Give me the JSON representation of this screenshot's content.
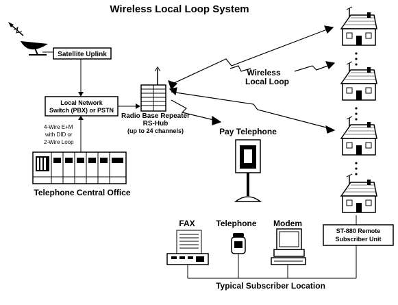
{
  "title": "Wireless Local Loop System",
  "labels": {
    "satellite_uplink": "Satellite Uplink",
    "switch_line1": "Local Network",
    "switch_line2": "Switch (PBX) or PSTN",
    "wire_line1": "4-Wire E+M",
    "wire_line2": "with DID or",
    "wire_line3": "2-Wire Loop",
    "central_office": "Telephone Central Office",
    "repeater_line1": "Radio Base Repeater",
    "repeater_line2": "RS-Hub",
    "repeater_line3": "(up to 24 channels)",
    "wireless_line1": "Wireless",
    "wireless_line2": "Local Loop",
    "pay_telephone": "Pay Telephone",
    "remote_line1": "ST-880 Remote",
    "remote_line2": "Subscriber Unit",
    "fax": "FAX",
    "telephone": "Telephone",
    "modem": "Modem",
    "subscriber_location": "Typical Subscriber Location"
  },
  "colors": {
    "line": "#000000",
    "background": "#ffffff"
  }
}
